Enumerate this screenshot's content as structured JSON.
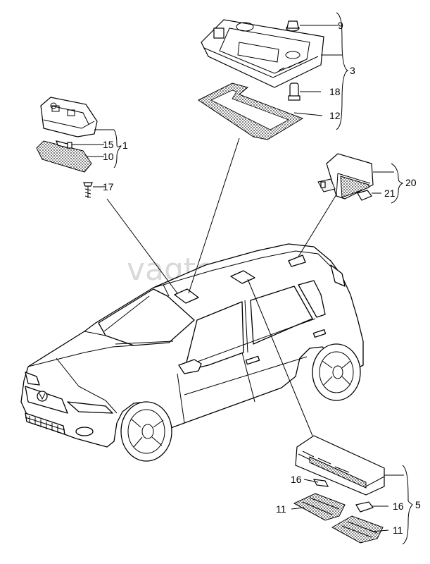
{
  "watermark": "vagtec.ru",
  "callouts": {
    "c1": "1",
    "c3": "3",
    "c5": "5",
    "c9": "9",
    "c10": "10",
    "c11a": "11",
    "c11b": "11",
    "c12": "12",
    "c15": "15",
    "c16a": "16",
    "c16b": "16",
    "c17": "17",
    "c18": "18",
    "c20": "20",
    "c21": "21"
  }
}
